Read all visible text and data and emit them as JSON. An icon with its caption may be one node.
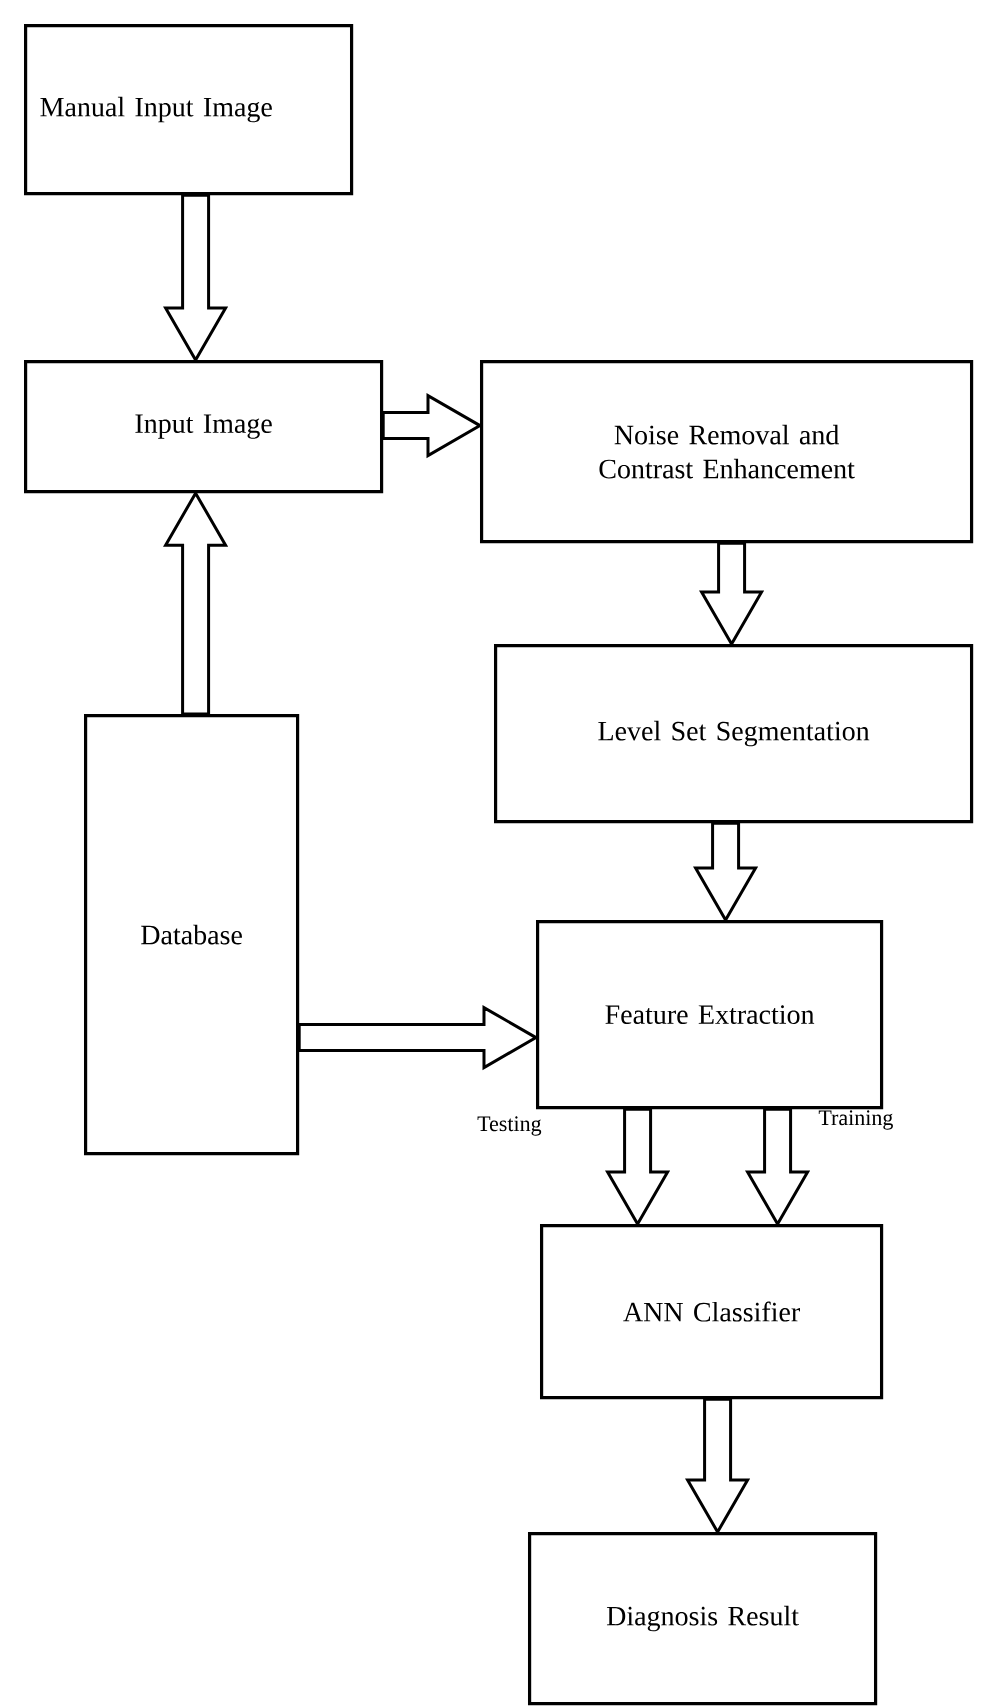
{
  "diagram": {
    "nodes": [
      {
        "text": [
          "Manual Input Image"
        ]
      },
      {
        "text": [
          "Input Image"
        ]
      },
      {
        "text": [
          "Noise Removal and Contrast Enhancement"
        ]
      },
      {
        "text": [
          "Level Set Segmentation"
        ]
      },
      {
        "text": [
          "Database"
        ]
      },
      {
        "text": [
          "Feature Extraction"
        ]
      },
      {
        "text": [
          "ANN Classifier"
        ]
      },
      {
        "text": [
          "Diagnosis Result"
        ]
      }
    ],
    "edges": [
      {
        "from": 0,
        "to": 1,
        "arrow": "to"
      },
      {
        "from": 4,
        "to": 1,
        "arrow": "to"
      },
      {
        "from": 1,
        "to": 2,
        "arrow": "to"
      },
      {
        "from": 2,
        "to": 3,
        "arrow": "to"
      },
      {
        "from": 3,
        "to": 5,
        "arrow": "to"
      },
      {
        "from": 4,
        "to": 5,
        "arrow": "to"
      },
      {
        "from": 5,
        "to": 6,
        "arrow": "to",
        "label": "Testing"
      },
      {
        "from": 5,
        "to": 6,
        "arrow": "to",
        "label": "Training"
      },
      {
        "from": 6,
        "to": 7,
        "arrow": "to"
      }
    ]
  }
}
